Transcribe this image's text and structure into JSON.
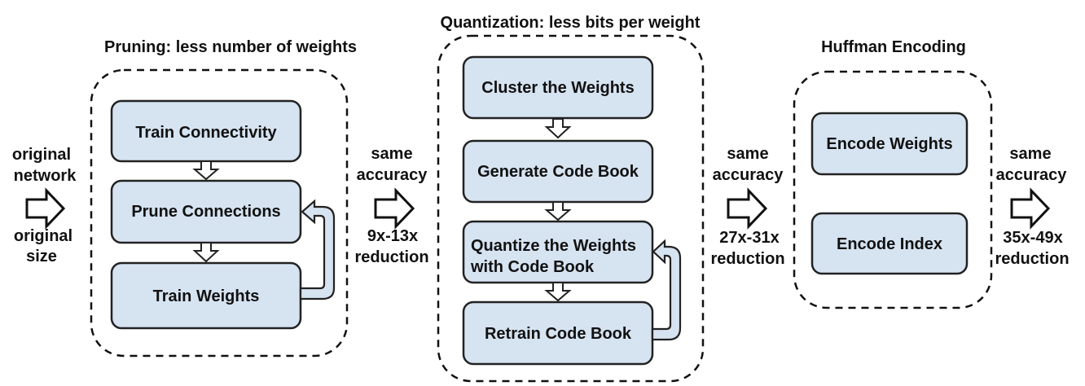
{
  "stages": {
    "pruning": {
      "title": "Pruning: less number of weights",
      "steps": [
        "Train Connectivity",
        "Prune Connections",
        "Train Weights"
      ]
    },
    "quantization": {
      "title": "Quantization: less bits per weight",
      "steps": [
        "Cluster the Weights",
        "Generate Code Book",
        "Quantize the Weights",
        "with Code Book",
        "Retrain Code Book"
      ]
    },
    "huffman": {
      "title": "Huffman Encoding",
      "steps": [
        "Encode Weights",
        "Encode Index"
      ]
    }
  },
  "transitions": {
    "input": {
      "top1": "original",
      "top2": "network",
      "bottom1": "original",
      "bottom2": "size"
    },
    "after_pruning": {
      "top1": "same",
      "top2": "accuracy",
      "bottom1": "9x-13x",
      "bottom2": "reduction"
    },
    "after_quantization": {
      "top1": "same",
      "top2": "accuracy",
      "bottom1": "27x-31x",
      "bottom2": "reduction"
    },
    "after_huffman": {
      "top1": "same",
      "top2": "accuracy",
      "bottom1": "35x-49x",
      "bottom2": "reduction"
    }
  },
  "colors": {
    "box_fill": "#d6e3f1",
    "stroke": "#111111"
  }
}
